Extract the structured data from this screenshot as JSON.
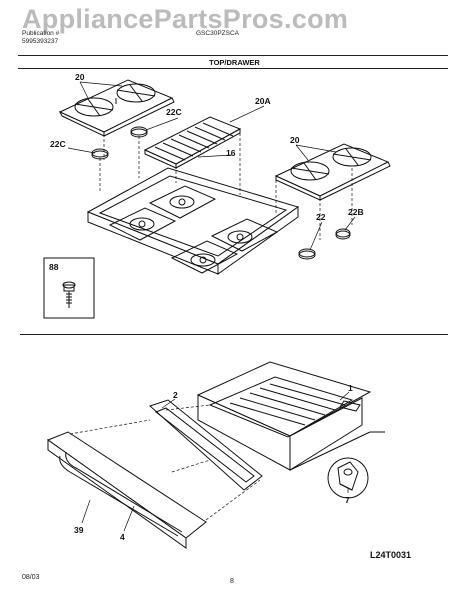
{
  "watermark": "AppliancePartsPros.com",
  "header": {
    "pub_label": "Publication #",
    "pub_number": "5995393237",
    "model": "GSC30PZSCA"
  },
  "section_title": "TOP/DRAWER",
  "parts": {
    "p20_a": "20",
    "p20_b": "20",
    "p20a": "20A",
    "p22c_a": "22C",
    "p22c_b": "22C",
    "p16": "16",
    "p22": "22",
    "p22b": "22B",
    "p88": "88",
    "p1": "1",
    "p2": "2",
    "p7": "7",
    "p39": "39",
    "p4": "4"
  },
  "footer": {
    "date": "08/03",
    "page": "8",
    "illustration_code": "L24T0031"
  }
}
